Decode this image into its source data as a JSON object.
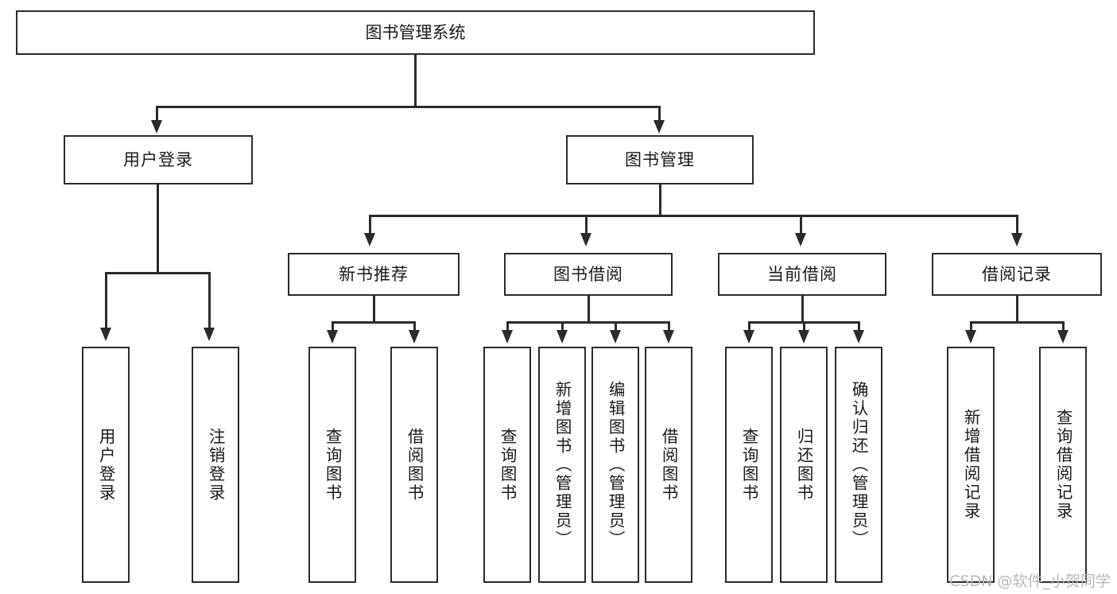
{
  "diagram": {
    "type": "tree",
    "title": "图书管理系统",
    "watermark": "CSDN @软件_小贺同学",
    "colors": {
      "stroke": "#2b2b2b",
      "fill": "#ffffff",
      "text": "#1a1a1a",
      "watermark": "#b9b9b9"
    },
    "levels": {
      "root": {
        "label": "图书管理系统"
      },
      "level2": [
        {
          "label": "用户登录"
        },
        {
          "label": "图书管理"
        }
      ],
      "level3": [
        {
          "label": "新书推荐"
        },
        {
          "label": "图书借阅"
        },
        {
          "label": "当前借阅"
        },
        {
          "label": "借阅记录"
        }
      ],
      "leaves": {
        "user_login": [
          {
            "label": "用户登录"
          },
          {
            "label": "注销登录"
          }
        ],
        "new_book": [
          {
            "label": "查询图书"
          },
          {
            "label": "借阅图书"
          }
        ],
        "book_borrow": [
          {
            "label": "查询图书"
          },
          {
            "label": "新增图书（管理员）"
          },
          {
            "label": "编辑图书（管理员）"
          },
          {
            "label": "借阅图书"
          }
        ],
        "current_borrow": [
          {
            "label": "查询图书"
          },
          {
            "label": "归还图书"
          },
          {
            "label": "确认归还（管理员）"
          }
        ],
        "borrow_record": [
          {
            "label": "新增借阅记录"
          },
          {
            "label": "查询借阅记录"
          }
        ]
      }
    }
  }
}
